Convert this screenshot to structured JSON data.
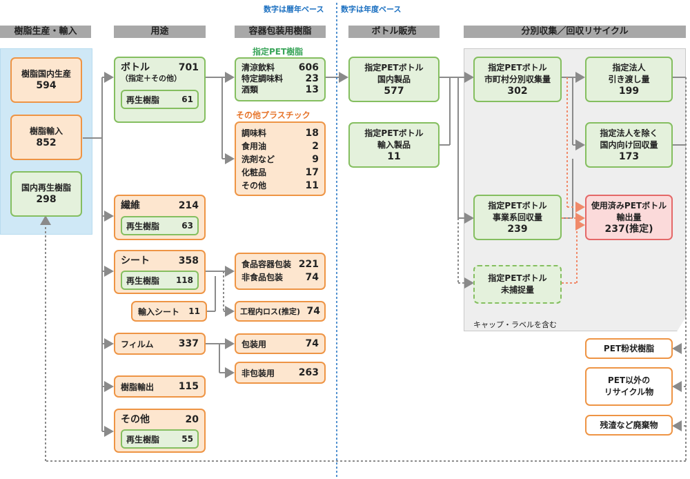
{
  "top_notes": {
    "left": "数字は暦年ベース",
    "right": "数字は年度ベース"
  },
  "headers": {
    "col1": "樹脂生産・輸入",
    "col2": "用途",
    "col3": "容器包装用樹脂",
    "col4": "ボトル販売",
    "col5": "分別収集／回収リサイクル"
  },
  "col1": {
    "domestic": {
      "label": "樹脂国内生産",
      "value": "594"
    },
    "imports": {
      "label": "樹脂輸入",
      "value": "852"
    },
    "recycled": {
      "label": "国内再生樹脂",
      "value": "298"
    }
  },
  "col2": {
    "bottle": {
      "label": "ボトル",
      "value": "701",
      "note": "（指定＋その他）",
      "sub_label": "再生樹脂",
      "sub_value": "61"
    },
    "fiber": {
      "label": "繊維",
      "value": "214",
      "sub_label": "再生樹脂",
      "sub_value": "63"
    },
    "sheet": {
      "label": "シート",
      "value": "358",
      "sub_label": "再生樹脂",
      "sub_value": "118"
    },
    "import_sheet": {
      "label": "輸入シート",
      "value": "11"
    },
    "film": {
      "label": "フィルム",
      "value": "337"
    },
    "resin_export": {
      "label": "樹脂輸出",
      "value": "115"
    },
    "other": {
      "label": "その他",
      "value": "20",
      "sub_label": "再生樹脂",
      "sub_value": "55"
    }
  },
  "col3": {
    "designated_title": "指定PET樹脂",
    "designated": [
      {
        "label": "清涼飲料",
        "value": "606"
      },
      {
        "label": "特定調味料",
        "value": "23"
      },
      {
        "label": "酒類",
        "value": "13"
      }
    ],
    "other_title": "その他プラスチック",
    "other": [
      {
        "label": "調味料",
        "value": "18"
      },
      {
        "label": "食用油",
        "value": "2"
      },
      {
        "label": "洗剤など",
        "value": "9"
      },
      {
        "label": "化粧品",
        "value": "17"
      },
      {
        "label": "その他",
        "value": "11"
      }
    ],
    "food_pack": [
      {
        "label": "食品容器包装",
        "value": "221"
      },
      {
        "label": "非食品包装",
        "value": "74"
      }
    ],
    "process_loss": {
      "label": "工程内ロス(推定)",
      "value": "74"
    },
    "packaging": {
      "label": "包装用",
      "value": "74"
    },
    "non_packaging": {
      "label": "非包装用",
      "value": "263"
    }
  },
  "col4": {
    "domestic": {
      "line1": "指定PETボトル",
      "line2": "国内製品",
      "value": "577"
    },
    "imported": {
      "line1": "指定PETボトル",
      "line2": "輸入製品",
      "value": "11"
    }
  },
  "col5": {
    "municipal": {
      "line1": "指定PETボトル",
      "line2": "市町村分別収集量",
      "value": "302"
    },
    "business": {
      "line1": "指定PETボトル",
      "line2": "事業系回収量",
      "value": "239"
    },
    "uncaptured": {
      "line1": "指定PETボトル",
      "line2": "未捕捉量"
    },
    "panel_note": "キャップ・ラベルを含む",
    "handover": {
      "line1": "指定法人",
      "line2": "引き渡し量",
      "value": "199"
    },
    "domestic_recovery": {
      "line1": "指定法人を除く",
      "line2": "国内向け回収量",
      "value": "173"
    },
    "export": {
      "line1": "使用済みPETボトル",
      "line2": "輸出量",
      "value": "237(推定)"
    },
    "pet_powder": {
      "label": "PET粉状樹脂"
    },
    "non_pet": {
      "line1": "PET以外の",
      "line2": "リサイクル物"
    },
    "waste": {
      "label": "残渣など廃棄物"
    }
  },
  "colors": {
    "orange": "#ee9444",
    "green": "#84be5f",
    "red": "#e46868",
    "blue_divider": "#1a6fc0",
    "arrow": "#8a8a8a",
    "dashed_red": "#f08a6a"
  }
}
